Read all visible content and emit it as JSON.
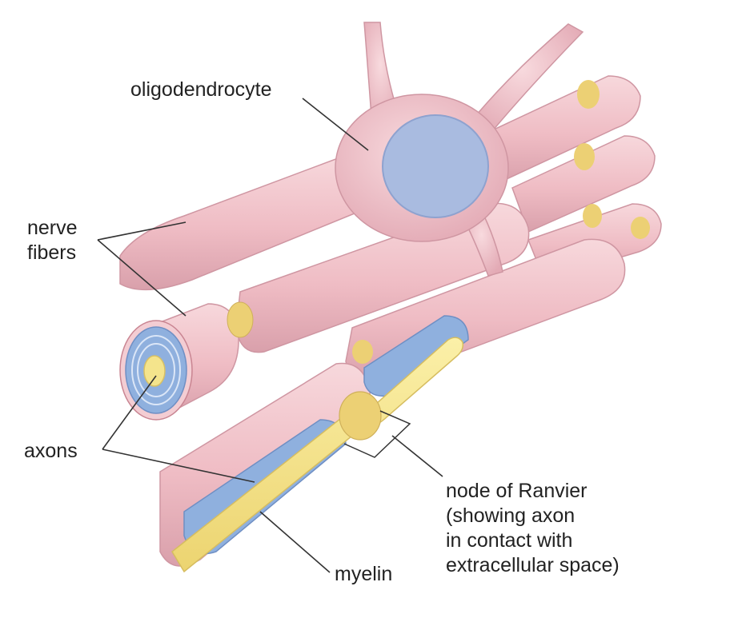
{
  "labels": {
    "oligodendrocyte": "oligodendrocyte",
    "nerve_fibers": "nerve\nfibers",
    "axons": "axons",
    "node_of_ranvier": "node of Ranvier\n(showing axon\nin contact with\nextracellular space)",
    "myelin": "myelin"
  },
  "colors": {
    "membrane": "#f2c4ca",
    "membrane_shade": "#dba0aa",
    "membrane_edge": "#c98592",
    "nucleus": "#a9bbe0",
    "myelin": "#8fb0de",
    "axon": "#f4e48c",
    "node": "#e9cc6e",
    "leader": "#333333"
  }
}
